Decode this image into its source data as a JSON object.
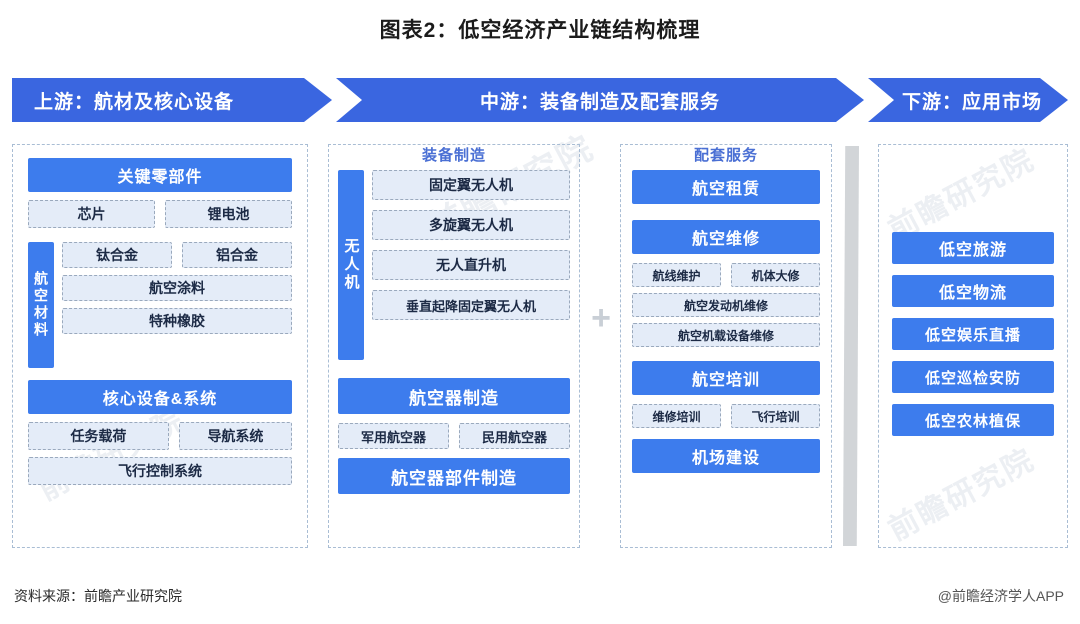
{
  "title": "图表2：低空经济产业链结构梳理",
  "band": {
    "upstream": "上游：航材及核心设备",
    "midstream": "中游：装备制造及配套服务",
    "downstream": "下游：应用市场"
  },
  "connector": {
    "plus": "+"
  },
  "upstream": {
    "key_parts": {
      "header": "关键零部件",
      "items": [
        "芯片",
        "锂电池"
      ]
    },
    "materials": {
      "header": "航空材料",
      "row1": [
        "钛合金",
        "铝合金"
      ],
      "row2": "航空涂料",
      "row3": "特种橡胶"
    },
    "core_equipment": {
      "header": "核心设备&系统",
      "row1": [
        "任务载荷",
        "导航系统"
      ],
      "row2": "飞行控制系统"
    }
  },
  "equipment": {
    "section_title": "装备制造",
    "uav": {
      "header": "无人机",
      "items": [
        "固定翼无人机",
        "多旋翼无人机",
        "无人直升机",
        "垂直起降固定翼无人机"
      ]
    },
    "aircraft": {
      "header": "航空器制造",
      "items": [
        "军用航空器",
        "民用航空器"
      ]
    },
    "parts": {
      "header": "航空器部件制造"
    }
  },
  "services": {
    "section_title": "配套服务",
    "leasing": {
      "header": "航空租赁"
    },
    "maintenance": {
      "header": "航空维修",
      "row1": [
        "航线维护",
        "机体大修"
      ],
      "row2": "航空发动机维修",
      "row3": "航空机载设备维修"
    },
    "training": {
      "header": "航空培训",
      "row1": [
        "维修培训",
        "飞行培训"
      ]
    },
    "airport": {
      "header": "机场建设"
    }
  },
  "downstream": {
    "items": [
      "低空旅游",
      "低空物流",
      "低空娱乐直播",
      "低空巡检安防",
      "低空农林植保"
    ]
  },
  "footer": {
    "source": "资料来源：前瞻产业研究院",
    "credit": "@前瞻经济学人APP"
  },
  "watermarks": [
    "前瞻研究院",
    "前瞻研究院",
    "前瞻研究院",
    "前瞻研究院"
  ],
  "colors": {
    "brand_blue": "#3d7ced",
    "band_blue": "#3a66e0",
    "light_box": "#e4ecf8",
    "dash_border": "#a9bdd4",
    "section_title": "#4a6fd4"
  }
}
